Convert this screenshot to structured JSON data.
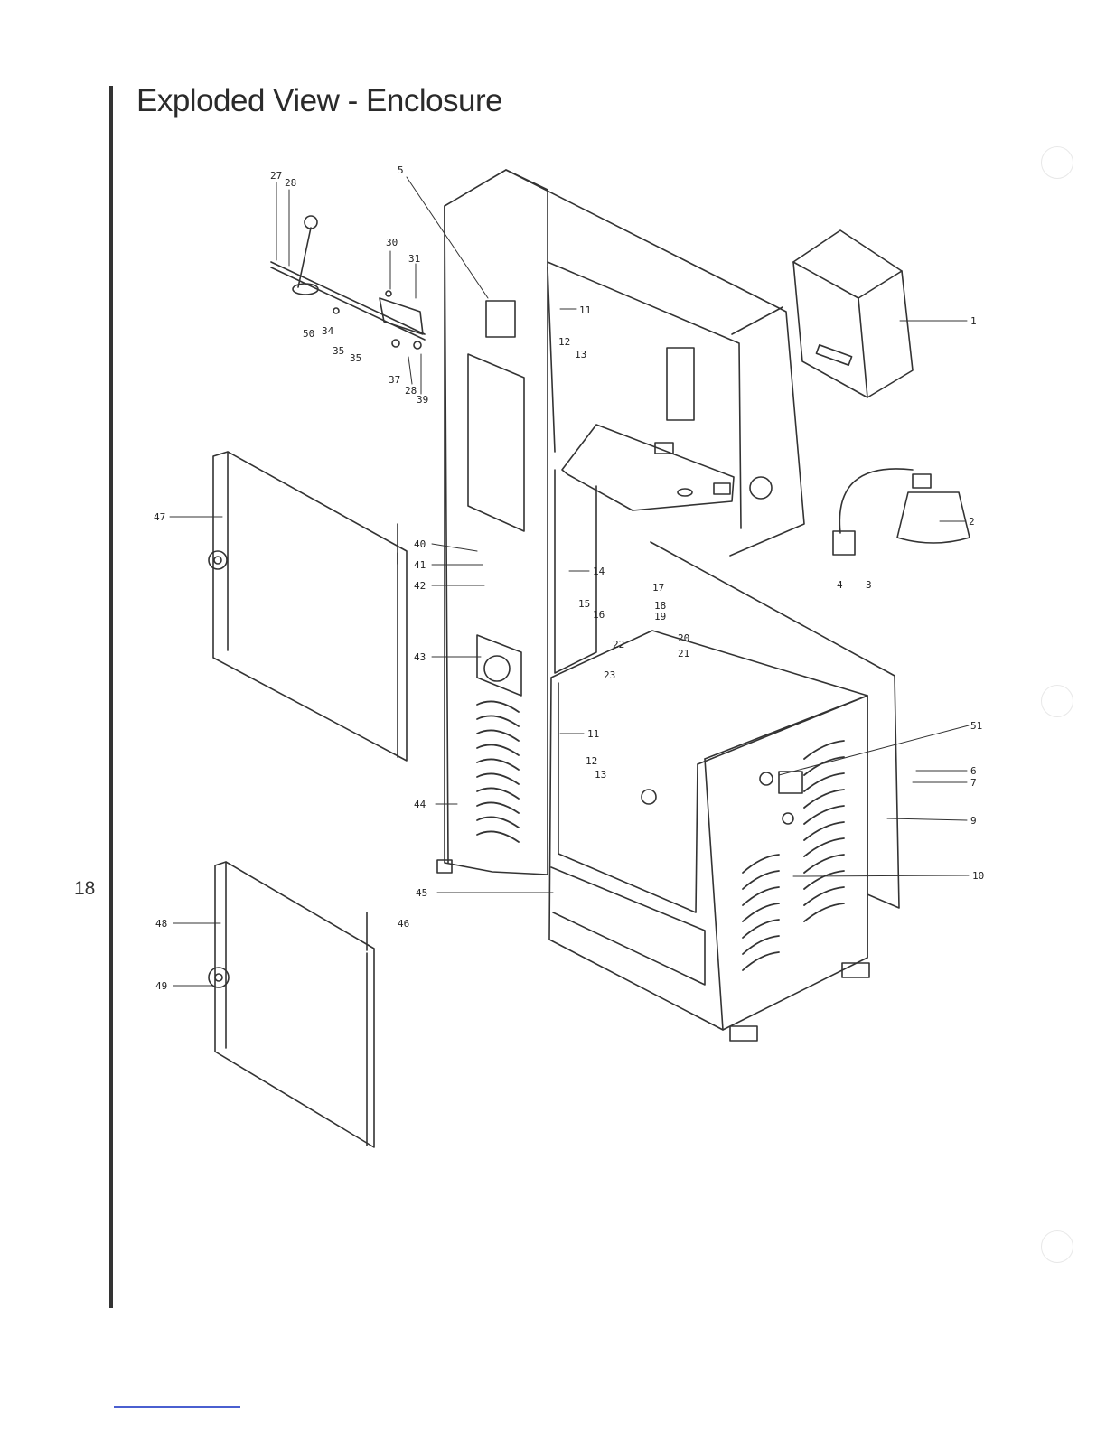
{
  "page": {
    "title": "Exploded View - Enclosure",
    "page_number": "18"
  },
  "callouts": [
    "27",
    "28",
    "5",
    "30",
    "31",
    "50",
    "34",
    "35",
    "35",
    "37",
    "28",
    "39",
    "11",
    "12",
    "13",
    "1",
    "2",
    "4",
    "3",
    "47",
    "40",
    "41",
    "42",
    "14",
    "15",
    "16",
    "17",
    "18",
    "19",
    "20",
    "21",
    "22",
    "23",
    "43",
    "11",
    "12",
    "13",
    "51",
    "6",
    "7",
    "9",
    "44",
    "45",
    "10",
    "48",
    "46",
    "49"
  ]
}
